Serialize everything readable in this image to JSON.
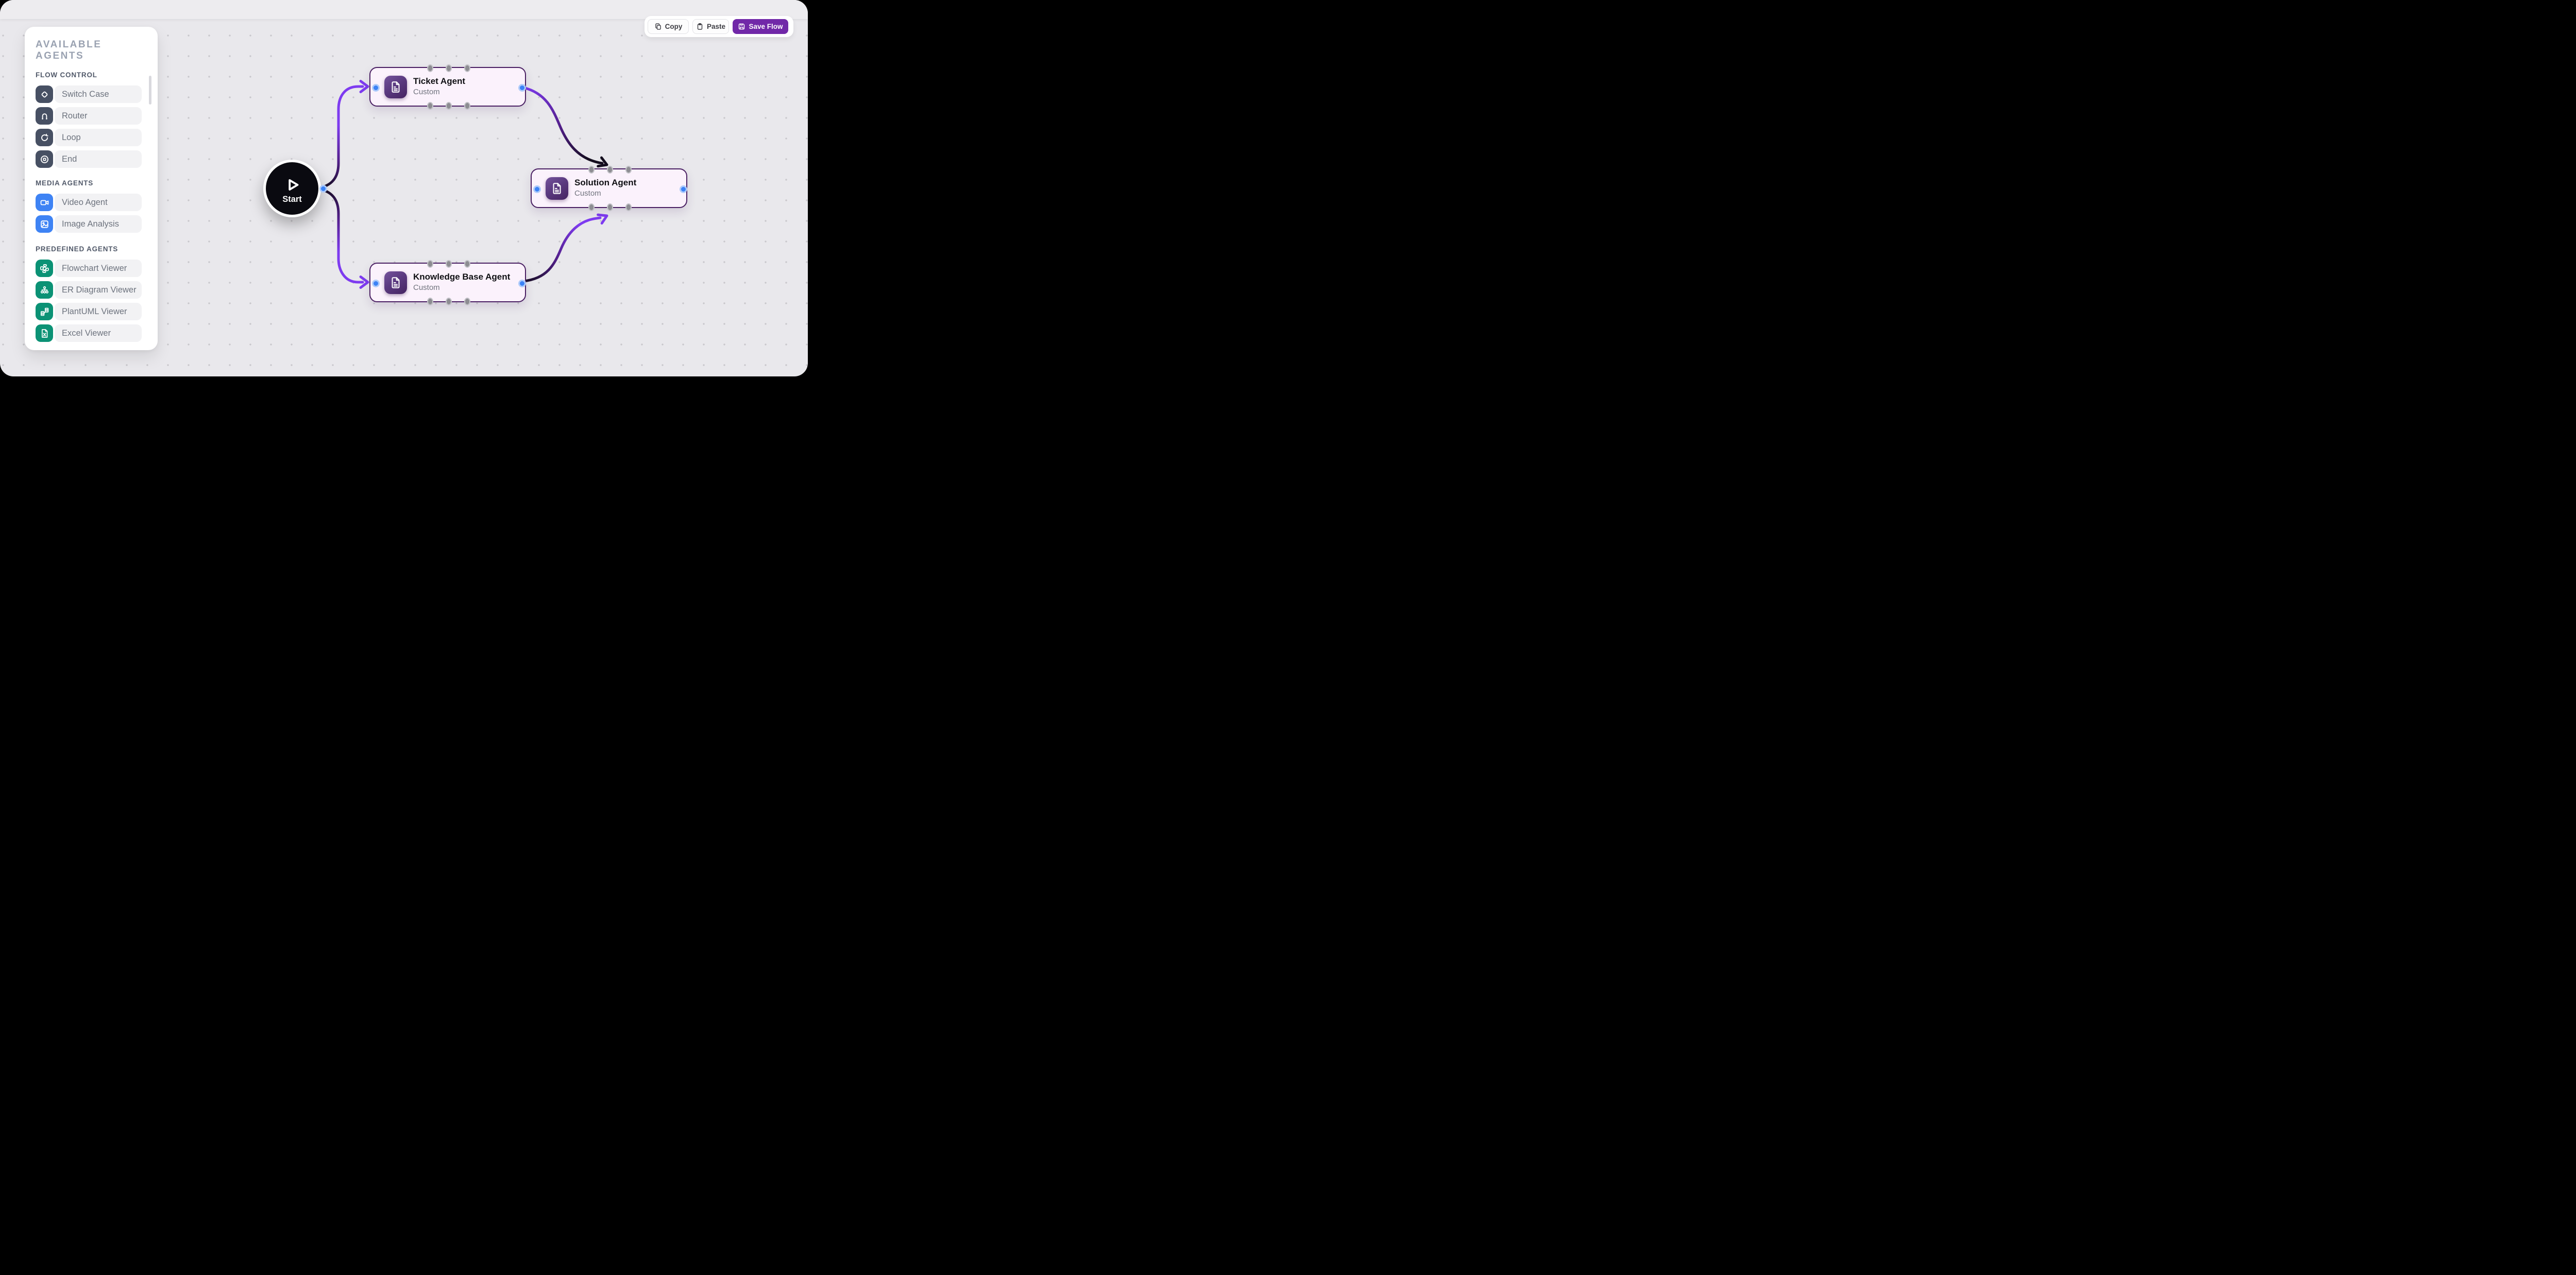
{
  "toolbar": {
    "copy_label": "Copy",
    "paste_label": "Paste",
    "save_label": "Save Flow"
  },
  "sidebar": {
    "title": "AVAILABLE AGENTS",
    "sections": [
      {
        "label": "FLOW CONTROL",
        "items": [
          {
            "label": "Switch Case",
            "icon": "switch-case-icon"
          },
          {
            "label": "Router",
            "icon": "router-icon"
          },
          {
            "label": "Loop",
            "icon": "loop-icon"
          },
          {
            "label": "End",
            "icon": "end-icon"
          }
        ]
      },
      {
        "label": "MEDIA AGENTS",
        "items": [
          {
            "label": "Video Agent",
            "icon": "video-camera-icon"
          },
          {
            "label": "Image Analysis",
            "icon": "image-icon"
          }
        ]
      },
      {
        "label": "PREDEFINED AGENTS",
        "items": [
          {
            "label": "Flowchart Viewer",
            "icon": "flowchart-icon"
          },
          {
            "label": "ER Diagram Viewer",
            "icon": "er-diagram-icon"
          },
          {
            "label": "PlantUML Viewer",
            "icon": "plantuml-icon"
          },
          {
            "label": "Excel Viewer",
            "icon": "excel-file-icon"
          }
        ]
      }
    ]
  },
  "canvas": {
    "start_node": {
      "label": "Start"
    },
    "nodes": [
      {
        "title": "Ticket Agent",
        "subtitle": "Custom"
      },
      {
        "title": "Solution Agent",
        "subtitle": "Custom"
      },
      {
        "title": "Knowledge Base Agent",
        "subtitle": "Custom"
      }
    ]
  },
  "colors": {
    "accent_purple": "#7128a8",
    "edge_purple": "#7e3bf0",
    "edge_mid": "#55208f",
    "edge_dark": "#140d1e",
    "node_border": "#4a2063",
    "node_bg": "#fbf2fc",
    "handle_blue": "#3b82f6",
    "handle_gray": "#8d8d92",
    "flow_icon_bg": "#475063",
    "media_icon_bg": "#3e83f4",
    "predefined_icon_bg": "#0b9275"
  }
}
